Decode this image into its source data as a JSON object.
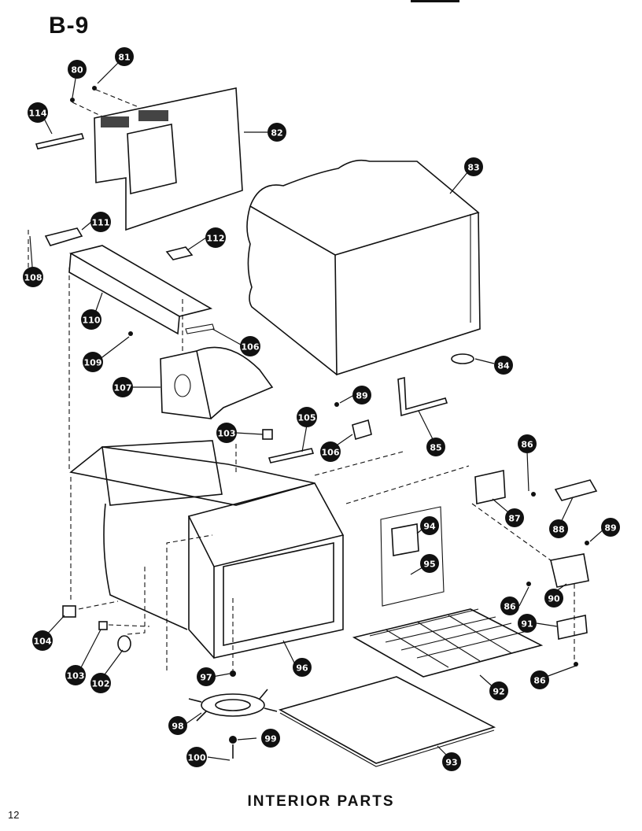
{
  "page": {
    "diagram_id": "B-9",
    "title": "INTERIOR PARTS",
    "page_number": "12"
  },
  "callouts": [
    {
      "id": "c81",
      "label": "81"
    },
    {
      "id": "c80",
      "label": "80"
    },
    {
      "id": "c114",
      "label": "114"
    },
    {
      "id": "c82",
      "label": "82"
    },
    {
      "id": "c83",
      "label": "83"
    },
    {
      "id": "c111",
      "label": "111"
    },
    {
      "id": "c108",
      "label": "108"
    },
    {
      "id": "c112",
      "label": "112"
    },
    {
      "id": "c110",
      "label": "110"
    },
    {
      "id": "c106",
      "label": "106"
    },
    {
      "id": "c109",
      "label": "109"
    },
    {
      "id": "c107",
      "label": "107"
    },
    {
      "id": "c84",
      "label": "84"
    },
    {
      "id": "c89",
      "label": "89"
    },
    {
      "id": "c85",
      "label": "85"
    },
    {
      "id": "c105",
      "label": "105"
    },
    {
      "id": "c103a",
      "label": "103"
    },
    {
      "id": "c106b",
      "label": "106"
    },
    {
      "id": "c86a",
      "label": "86"
    },
    {
      "id": "c87",
      "label": "87"
    },
    {
      "id": "c88",
      "label": "88"
    },
    {
      "id": "c89b",
      "label": "89"
    },
    {
      "id": "c94",
      "label": "94"
    },
    {
      "id": "c95",
      "label": "95"
    },
    {
      "id": "c90",
      "label": "90"
    },
    {
      "id": "c86b",
      "label": "86"
    },
    {
      "id": "c91",
      "label": "91"
    },
    {
      "id": "c104",
      "label": "104"
    },
    {
      "id": "c103b",
      "label": "103"
    },
    {
      "id": "c102",
      "label": "102"
    },
    {
      "id": "c96",
      "label": "96"
    },
    {
      "id": "c97",
      "label": "97"
    },
    {
      "id": "c92",
      "label": "92"
    },
    {
      "id": "c86c",
      "label": "86"
    },
    {
      "id": "c98",
      "label": "98"
    },
    {
      "id": "c99",
      "label": "99"
    },
    {
      "id": "c100",
      "label": "100"
    },
    {
      "id": "c93",
      "label": "93"
    }
  ]
}
